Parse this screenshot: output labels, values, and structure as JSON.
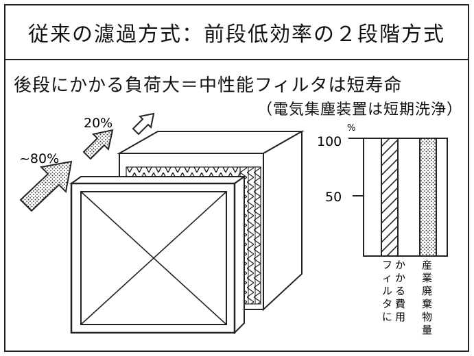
{
  "header": {
    "title": "従来の濾過方式：前段低効率の２段階方式"
  },
  "content": {
    "subtitle": "後段にかかる負荷大＝中性能フィルタは短寿命",
    "note": "（電気集塵装置は短期洗浄）"
  },
  "airflow": {
    "inlet_label": "~80%",
    "middle_label": "20%"
  },
  "chart": {
    "unit": "%",
    "tick_100": "100",
    "tick_50": "50",
    "col1_label": [
      "か",
      "か",
      "る",
      "費",
      "用"
    ],
    "col1_prefix": [
      "フ",
      "ィ",
      "ル",
      "タ",
      "に"
    ],
    "col2_label": [
      "産",
      "業",
      "廃",
      "棄",
      "物",
      "量"
    ]
  },
  "chart_data": {
    "type": "bar",
    "categories": [
      "フィルタにかかる費用",
      "産業廃棄物量"
    ],
    "values": [
      100,
      100
    ],
    "ylim": [
      0,
      100
    ],
    "yticks": [
      50,
      100
    ]
  }
}
